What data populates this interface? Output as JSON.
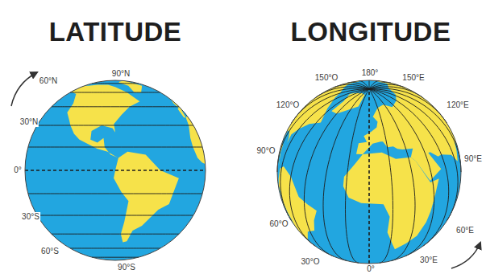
{
  "diagram": {
    "labels": [
      "LATITUDE",
      "LONGITUDE",
      "90°N",
      "60°N",
      "30°N",
      "0°",
      "30°S",
      "60°S",
      "90°S",
      "180°",
      "150°O",
      "150°E",
      "120°O",
      "120°E",
      "90°O",
      "90°E",
      "60°O",
      "60°E",
      "30°O",
      "0°",
      "30°E"
    ]
  }
}
